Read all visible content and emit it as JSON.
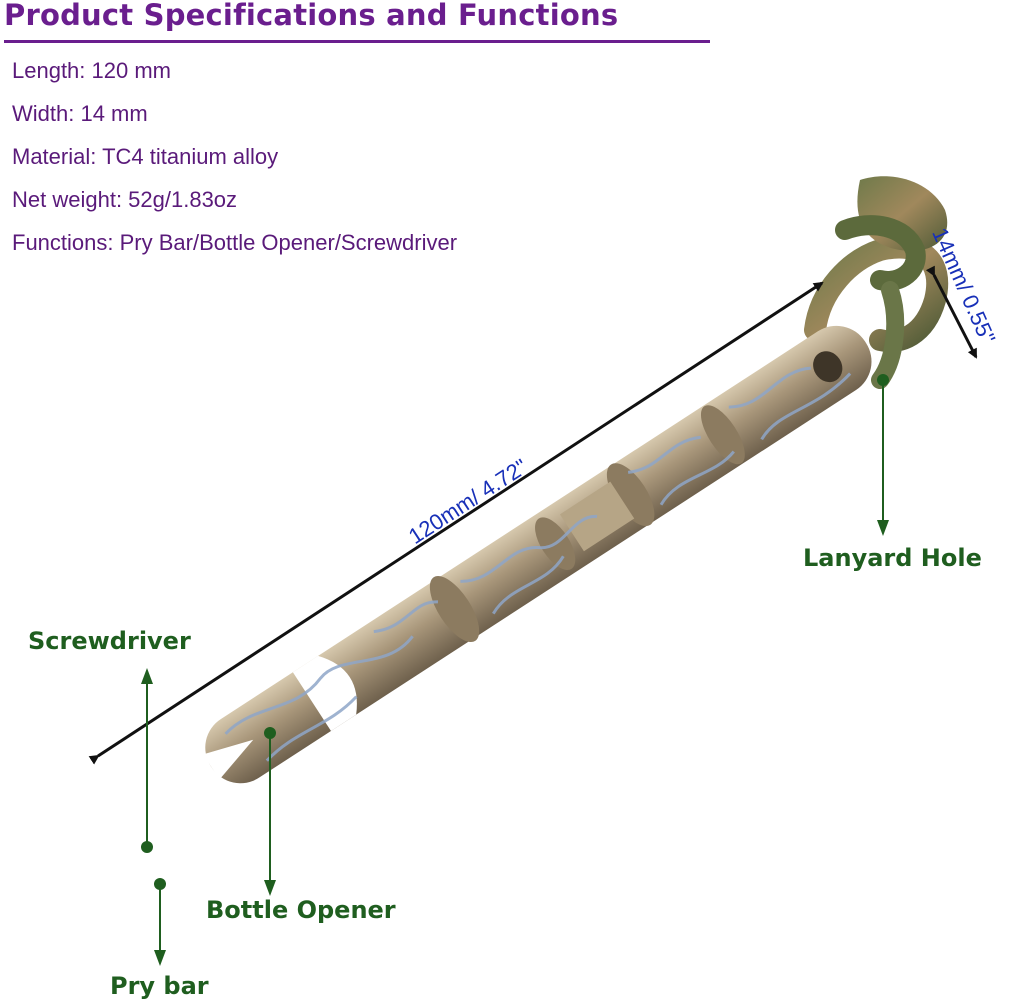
{
  "header": {
    "title": "Product Specifications and Functions"
  },
  "specs": [
    {
      "label": "Length: 120 mm"
    },
    {
      "label": "Width: 14 mm"
    },
    {
      "label": "Material: TC4 titanium alloy"
    },
    {
      "label": "Net weight: 52g/1.83oz"
    },
    {
      "label": "Functions: Pry Bar/Bottle Opener/Screwdriver"
    }
  ],
  "dimensions": {
    "length_label": "120mm/ 4.72\"",
    "width_label": "14mm/ 0.55\""
  },
  "callouts": {
    "lanyard_hole": "Lanyard Hole",
    "screwdriver": "Screwdriver",
    "bottle_opener": "Bottle Opener",
    "pry_bar": "Pry bar"
  },
  "colors": {
    "title": "#6a1e8e",
    "spec_text": "#5a1a7a",
    "callout_text": "#1f5e1f",
    "dimension_text": "#1830b8",
    "titanium": "#a8967a",
    "pattern": "#8fa6c8"
  }
}
